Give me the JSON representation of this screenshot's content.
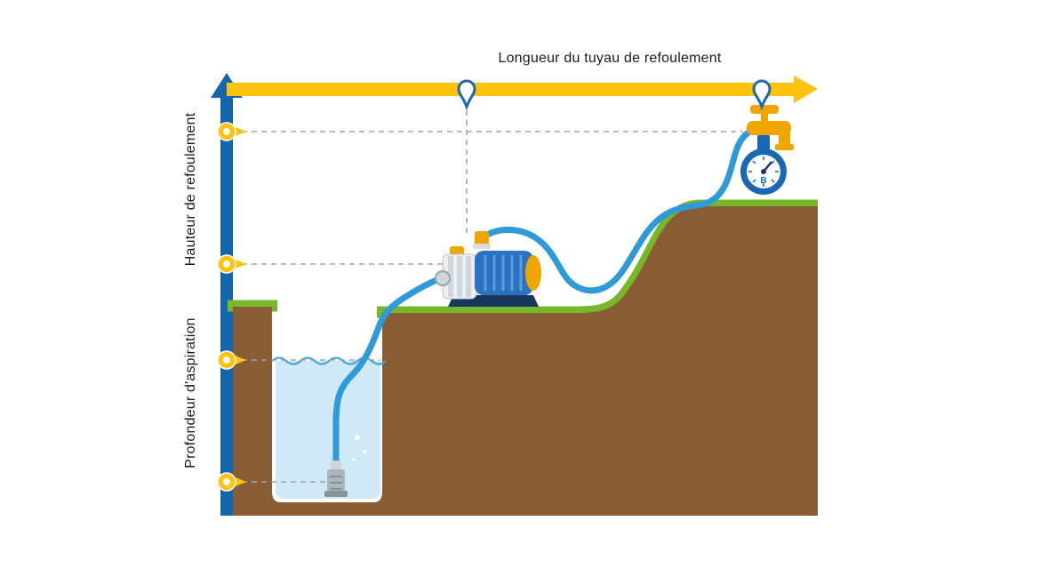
{
  "diagram": {
    "title": "Longueur du tuyau de refoulement",
    "left_axis": {
      "upper_label": "Hauteur de refoulement",
      "lower_label": "Profondeur d'aspiration"
    },
    "gauge": {
      "letter": "B"
    },
    "icons": {
      "axis_marker": "yellow-teardrop-pin",
      "pipe_length_marker": "white-map-pin",
      "tap": "faucet-icon",
      "gauge": "pressure-gauge-icon",
      "pump": "surface-pump-icon",
      "strainer": "foot-valve-icon"
    },
    "colors": {
      "axis_blue": "#1266ab",
      "arrow_yellow": "#ffc20e",
      "ground_brown": "#8a5c34",
      "grass_green": "#76b82a",
      "water_light": "#cfe9f7",
      "water_line": "#49a5dc",
      "pipe_blue": "#2e9ad8",
      "accent_orange": "#f0a500",
      "gauge_blue": "#1968b3",
      "guide_gray": "#a3a3a3"
    }
  }
}
